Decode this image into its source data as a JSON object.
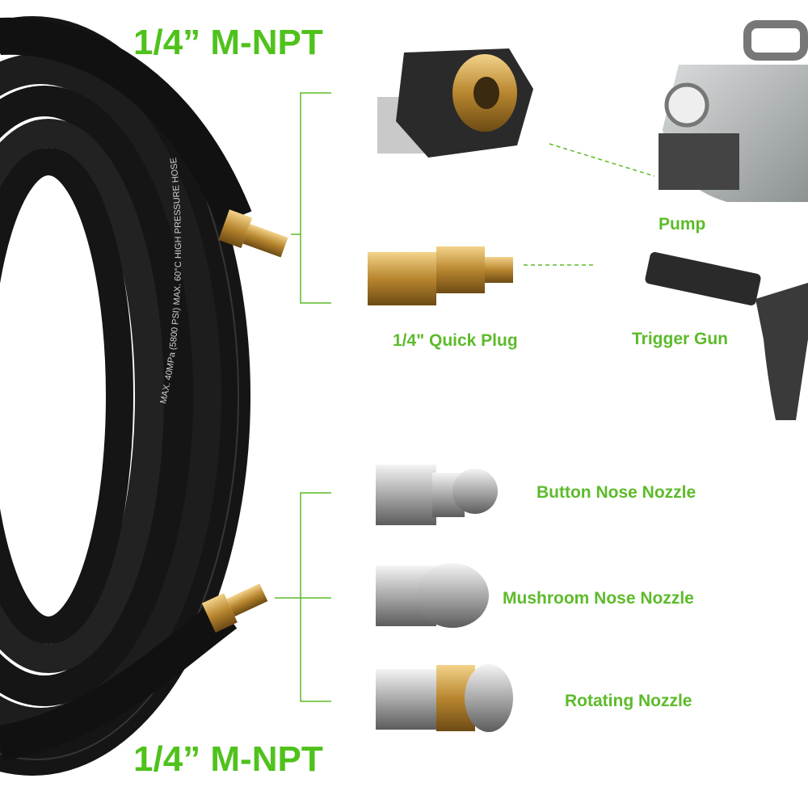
{
  "colors": {
    "accent": "#4fc21c",
    "label": "#5dbb2a",
    "hose": "#151515"
  },
  "hose": {
    "print": "MAX. 40MPa (5800 PSI) MAX. 60°C HIGH PRESSURE HOSE"
  },
  "labels": {
    "top_thread": "1/4” M-NPT",
    "bottom_thread": "1/4” M-NPT",
    "pump": "Pump",
    "quick_plug": "1/4\" Quick Plug",
    "trigger_gun": "Trigger Gun",
    "button_nozzle": "Button Nose Nozzle",
    "mushroom_nozzle": "Mushroom Nose Nozzle",
    "rotating_nozzle": "Rotating Nozzle"
  }
}
